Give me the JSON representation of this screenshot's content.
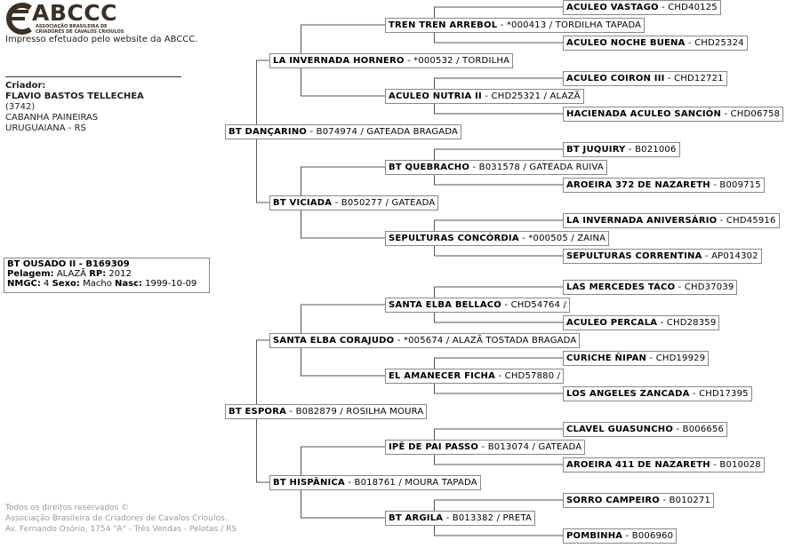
{
  "header": {
    "logo_word": "ABCCC",
    "logo_sub_line1": "ASSOCIAÇÃO BRASILEIRA DE",
    "logo_sub_line2": "CRIADORES DE CAVALOS CRIOULOS",
    "printed_text": "Impresso efetuado pelo website da ABCCC."
  },
  "breeder": {
    "label": "Criador:",
    "name": "FLAVIO BASTOS TELLECHEA",
    "code": "(3742)",
    "farm": "CABANHA PAINEIRAS",
    "city": "URUGUAIANA - RS"
  },
  "horse": {
    "line1": "BT OUSADO II - B169309",
    "pelagem_label": "Pelagem:",
    "pelagem_value": " ALAZÃ ",
    "rp_label": "RP:",
    "rp_value": " 2012",
    "nmgc_label": "NMGC:",
    "nmgc_value": " 4 ",
    "sexo_label": "Sexo:",
    "sexo_value": " Macho ",
    "nasc_label": "Nasc:",
    "nasc_value": " 1999-10-09"
  },
  "footer": {
    "line1": "Todos os direitos reservados ©",
    "line2": "Associação Brasileira de Criadores de Cavalos Crioulos.",
    "line3": "Av. Fernando Osório, 1754 \"A\" - Três Vendas - Pelotas / RS"
  },
  "pedigree": {
    "sire": {
      "name": "BT DANÇARINO",
      "info": " - B074974 / GATEADA BRAGADA"
    },
    "dam": {
      "name": "BT ESPORA",
      "info": " - B082879 / ROSILHA MOURA"
    },
    "ss": {
      "name": "LA INVERNADA HORNERO",
      "info": " - *000532 / TORDILHA"
    },
    "sd": {
      "name": "BT VICIADA",
      "info": " - B050277 / GATEADA"
    },
    "ds": {
      "name": "SANTA ELBA CORAJUDO",
      "info": " - *005674 / ALAZÃ TOSTADA BRAGADA"
    },
    "dd": {
      "name": "BT HISPÂNICA",
      "info": " - B018761 / MOURA TAPADA"
    },
    "sss": {
      "name": "TREN TREN ARREBOL",
      "info": " - *000413 / TORDILHA TAPADA"
    },
    "ssd": {
      "name": "ACULEO NUTRIA II",
      "info": " - CHD25321 / ALAZÃ"
    },
    "sds": {
      "name": "BT QUEBRACHO",
      "info": " - B031578 / GATEADA RUIVA"
    },
    "sdd": {
      "name": "SEPULTURAS CONCÓRDIA",
      "info": " - *000505 / ZAINA"
    },
    "dss": {
      "name": "SANTA ELBA BELLACO",
      "info": " - CHD54764 /"
    },
    "dsd": {
      "name": "EL AMANECER FICHA",
      "info": " - CHD57880 /"
    },
    "dds": {
      "name": "IPÊ DE PAI PASSO",
      "info": " - B013074 / GATEADA"
    },
    "ddd": {
      "name": "BT ARGILA",
      "info": " - B013382 / PRETA"
    },
    "ssss": {
      "name": "ACULEO VASTAGO",
      "info": " - CHD40125"
    },
    "sssd": {
      "name": "ACULEO NOCHE BUENA",
      "info": " - CHD25324"
    },
    "ssds": {
      "name": "ACULEO COIRON III",
      "info": " - CHD12721"
    },
    "ssdd": {
      "name": "HACIENADA ACULEO SANCIÓN",
      "info": " - CHD06758"
    },
    "sdss": {
      "name": "BT JUQUIRY",
      "info": " - B021006"
    },
    "sdsd": {
      "name": "AROEIRA 372 DE NAZARETH",
      "info": " - B009715"
    },
    "sdds": {
      "name": "LA INVERNADA ANIVERSÁRIO",
      "info": " - CHD45916"
    },
    "sddd": {
      "name": "SEPULTURAS CORRENTINA",
      "info": " - AP014302"
    },
    "dsss": {
      "name": "LAS MERCEDES TACO",
      "info": " - CHD37039"
    },
    "dssd": {
      "name": "ACULEO PERCALA",
      "info": " - CHD28359"
    },
    "dsds": {
      "name": "CURICHE ÑIPAN",
      "info": " - CHD19929"
    },
    "dsdd": {
      "name": "LOS ANGELES ZANCADA",
      "info": " - CHD17395"
    },
    "ddss": {
      "name": "CLAVEL GUASUNCHO",
      "info": " - B006656"
    },
    "ddsd": {
      "name": "AROEIRA 411 DE NAZARETH",
      "info": " - B010028"
    },
    "ddds": {
      "name": "SORRO CAMPEIRO",
      "info": " - B010271"
    },
    "dddd": {
      "name": "POMBINHA",
      "info": " - B006960"
    }
  }
}
